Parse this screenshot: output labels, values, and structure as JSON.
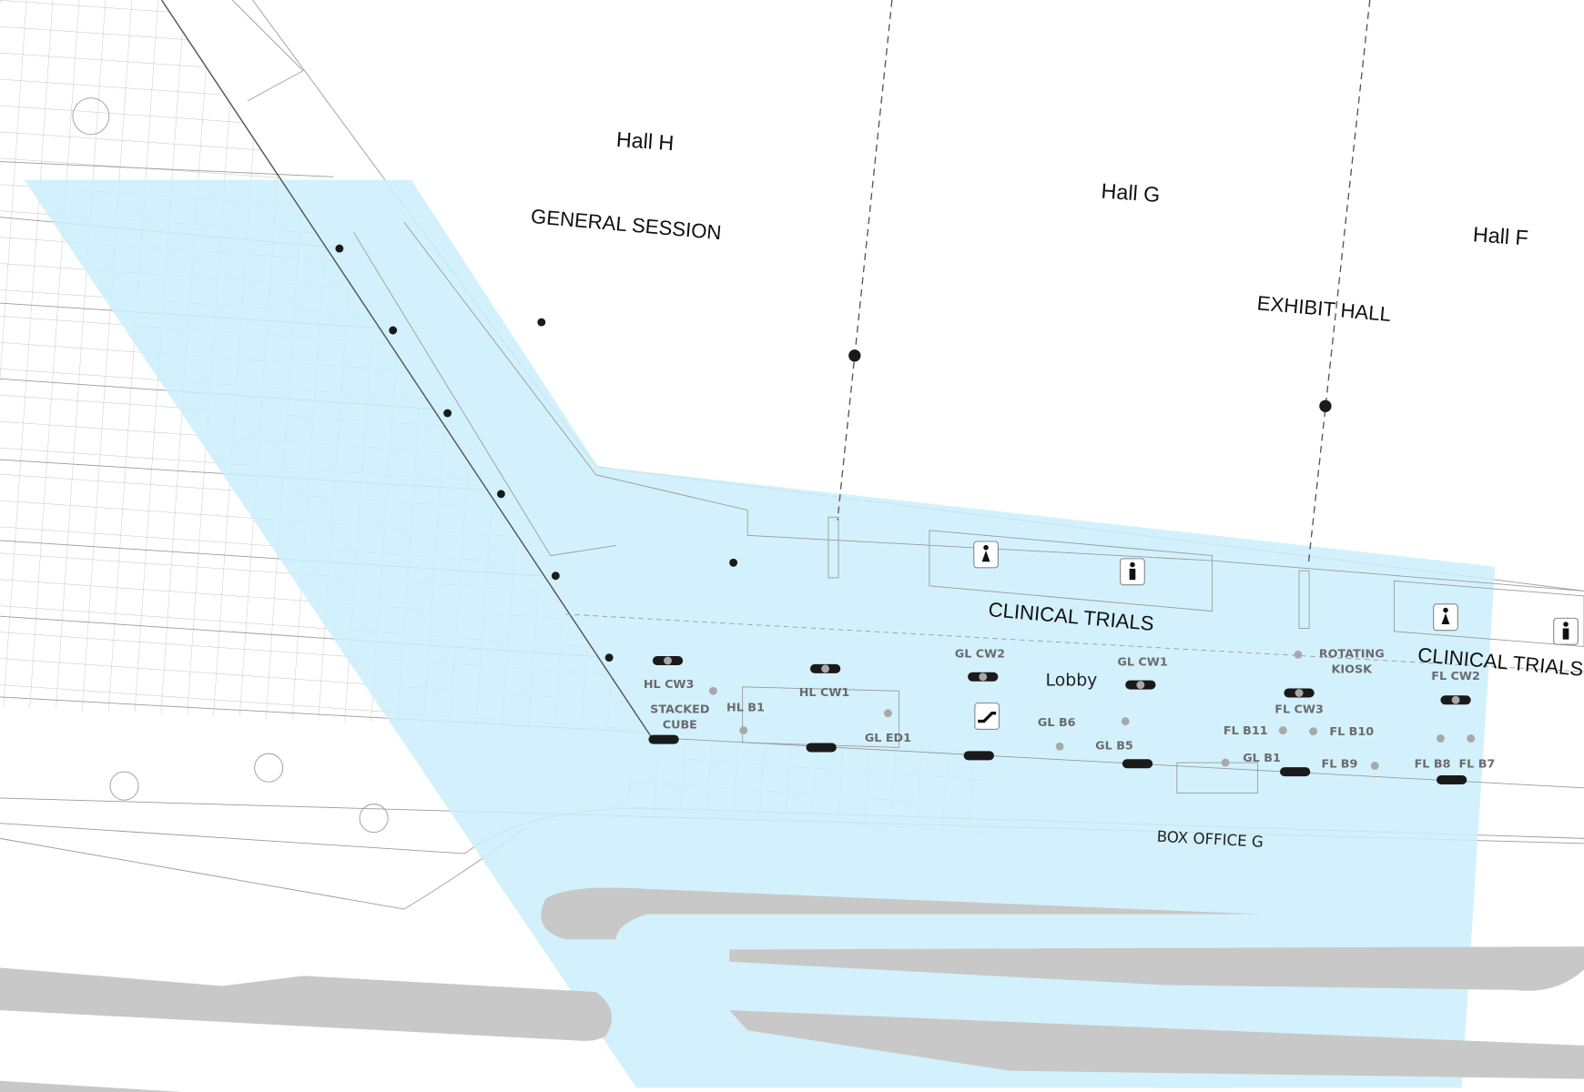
{
  "halls": {
    "hall_h": "Hall H",
    "hall_g": "Hall G",
    "hall_f": "Hall F"
  },
  "zones": {
    "general_session": "GENERAL SESSION",
    "exhibit_hall": "EXHIBIT HALL",
    "clinical_trials_1": "CLINICAL TRIALS",
    "clinical_trials_2": "CLINICAL TRIALS",
    "lobby": "Lobby",
    "box_office": "BOX OFFICE G"
  },
  "booths": {
    "hl_cw3": "HL CW3",
    "stacked_cube_1": "STACKED",
    "stacked_cube_2": "CUBE",
    "hl_b1": "HL B1",
    "hl_cw1": "HL CW1",
    "gl_ed1": "GL ED1",
    "gl_cw2": "GL CW2",
    "gl_cw1": "GL CW1",
    "gl_b6": "GL B6",
    "gl_b5": "GL B5",
    "gl_b1": "GL B1",
    "rotating_kiosk_1": "ROTATING",
    "rotating_kiosk_2": "KIOSK",
    "fl_cw3": "FL CW3",
    "fl_b11": "FL B11",
    "fl_b10": "FL B10",
    "fl_b9": "FL B9",
    "fl_cw2": "FL CW2",
    "fl_b8": "FL B8",
    "fl_b7": "FL B7"
  },
  "colors": {
    "highlight": "#cbeefb",
    "road": "#c8c8c8",
    "marker": "#1a1a1a",
    "booth_dot": "#a8a8a8"
  },
  "icons": [
    "restroom-women-icon",
    "restroom-men-icon",
    "escalator-icon"
  ]
}
